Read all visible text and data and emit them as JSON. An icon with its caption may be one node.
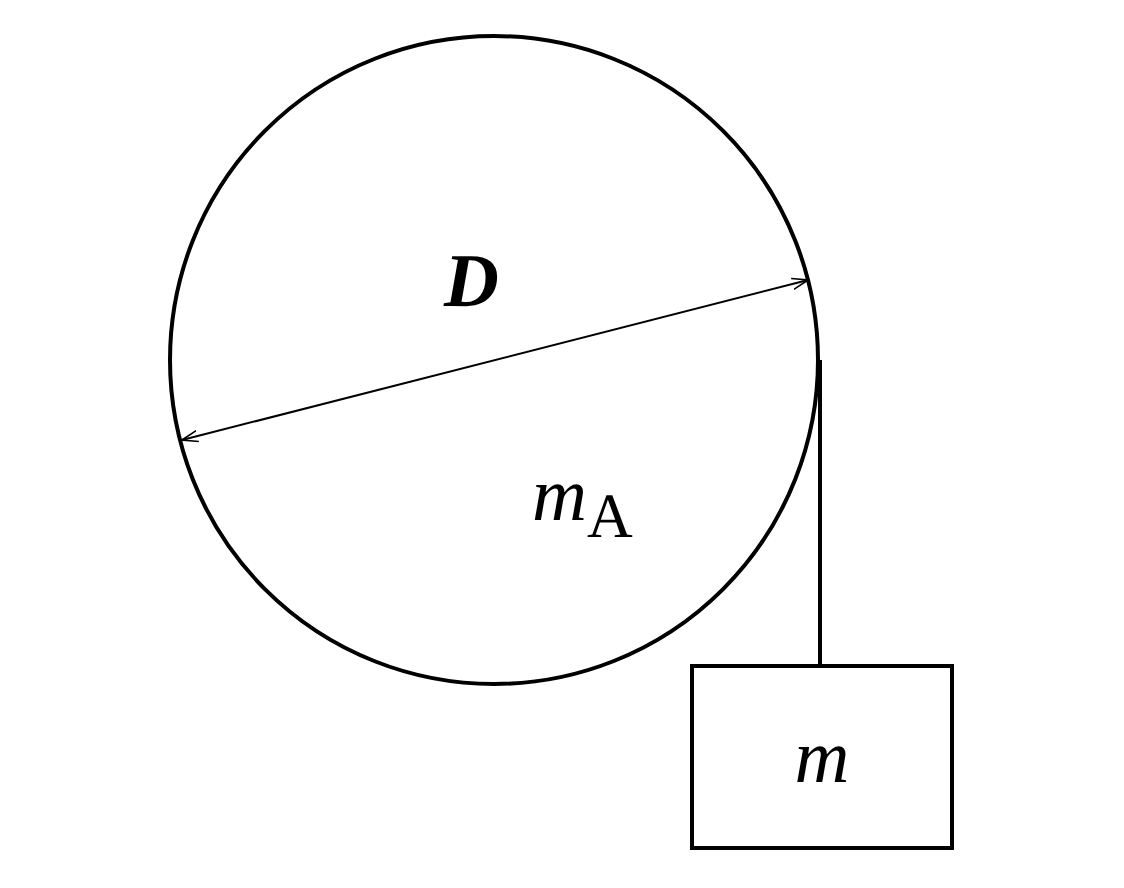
{
  "diagram": {
    "nodes": [
      {
        "text": [
          "*m*$_{A}$"
        ]
      },
      {
        "text": [
          "m"
        ]
      }
    ],
    "edges": [
      {
        "from": 0,
        "to": 1,
        "arrow": "none"
      }
    ],
    "labels": [
      "D"
    ]
  }
}
